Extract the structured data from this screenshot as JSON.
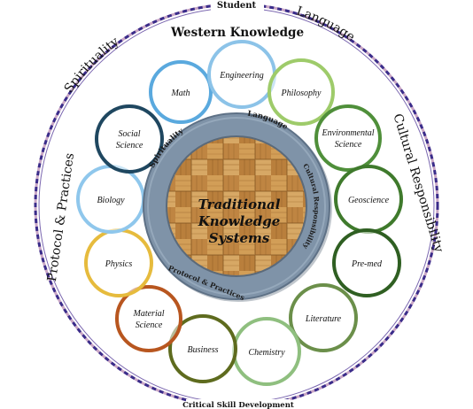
{
  "top_label": "Student",
  "bottom_label": "Critical Skill Development",
  "outer_ring": {
    "western": "Western Knowledge",
    "language": "Language",
    "spirituality": "Spirituality",
    "cultural": "Cultural Responsibility",
    "protocol": "Protocol & Practices"
  },
  "inner_ring": {
    "language": "Language",
    "spirituality": "Spirituality",
    "cultural": "Cultural Responsibility",
    "protocol": "Protocol & Practices"
  },
  "center": {
    "line1": "Traditional",
    "line2": "Knowledge",
    "line3": "Systems"
  },
  "subjects": [
    {
      "label": "Math",
      "color": "#5aa9de"
    },
    {
      "label": "Engineering",
      "color": "#8cc3e8"
    },
    {
      "label": "Philosophy",
      "color": "#9ecb6a"
    },
    {
      "label": "Environmental Science",
      "color": "#4f8f3a"
    },
    {
      "label": "Geoscience",
      "color": "#3f7a2c"
    },
    {
      "label": "Pre-med",
      "color": "#2f5f22"
    },
    {
      "label": "Literature",
      "color": "#6b8f4a"
    },
    {
      "label": "Chemistry",
      "color": "#8fbf7f"
    },
    {
      "label": "Business",
      "color": "#5e6b1e"
    },
    {
      "label": "Material Science",
      "color": "#b8561f"
    },
    {
      "label": "Physics",
      "color": "#e6bb3d"
    },
    {
      "label": "Biology",
      "color": "#8fc7ec"
    },
    {
      "label": "Social Science",
      "color": "#1f4760"
    }
  ]
}
